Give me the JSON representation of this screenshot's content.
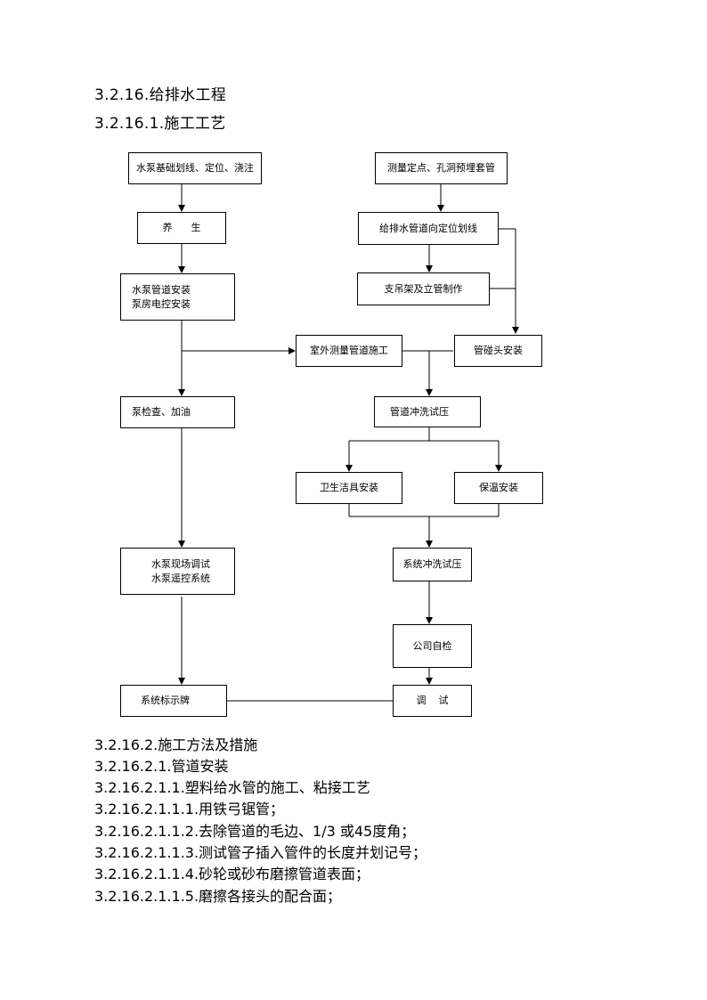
{
  "headings": {
    "h1": "3.2.16.给排水工程",
    "h2": "3.2.16.1.施工工艺"
  },
  "flowchart": {
    "b1": "水泵基础划线、定位、浇注",
    "b2": "养      生",
    "b3": "水泵管道安装\n泵房电控安装",
    "b4": "泵检查、加油",
    "b5": "水泵现场调试\n水泵遥控系统",
    "b6": "系统标示牌",
    "b7": "测量定点、孔洞预埋套管",
    "b8": "给排水管道向定位划线",
    "b9": "支吊架及立管制作",
    "b10": "室外测量管道施工",
    "b11": "管碰头安装",
    "b12": "管道冲洗试压",
    "b13": "卫生洁具安装",
    "b14": "保温安装",
    "b15": "系统冲洗试压",
    "b16": "公司自检",
    "b17": "调    试"
  },
  "items": [
    "3.2.16.2.施工方法及措施",
    "3.2.16.2.1.管道安装",
    "3.2.16.2.1.1.塑料给水管的施工、粘接工艺",
    "3.2.16.2.1.1.1.用铁弓锯管；",
    "3.2.16.2.1.1.2.去除管道的毛边、1/3 或45度角；",
    "3.2.16.2.1.1.3.测试管子插入管件的长度并划记号；",
    "3.2.16.2.1.1.4.砂轮或砂布磨擦管道表面；",
    "3.2.16.2.1.1.5.磨擦各接头的配合面；"
  ]
}
